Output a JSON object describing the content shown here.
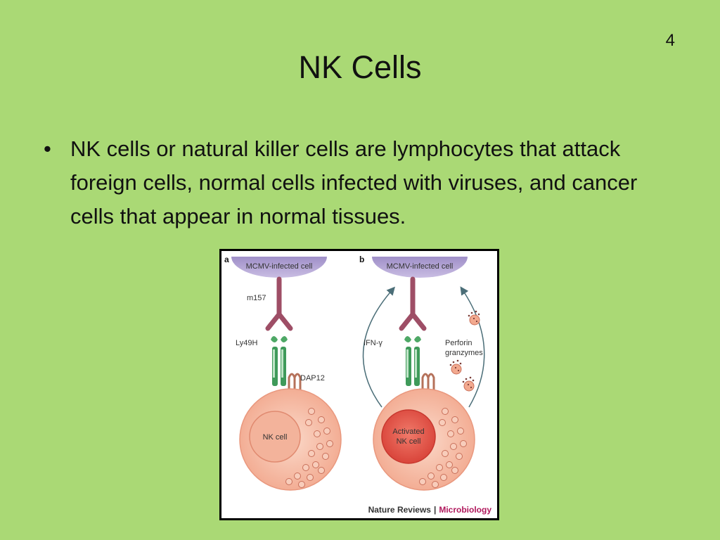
{
  "slide": {
    "number": "4",
    "title": "NK Cells",
    "bullet_symbol": "•",
    "bullet": "NK cells or natural killer cells are lymphocytes that attack foreign cells, normal cells infected with viruses, and cancer cells that appear in normal tissues."
  },
  "figure": {
    "panel_a": {
      "letter": "a",
      "target_cell": "MCMV-infected cell",
      "ligand": "m157",
      "receptor": "Ly49H",
      "adaptor": "DAP12",
      "nk_cell": "NK cell"
    },
    "panel_b": {
      "letter": "b",
      "target_cell": "MCMV-infected cell",
      "cytokine": "IFN-γ",
      "effectors_line1": "Perforin",
      "effectors_line2": "granzymes",
      "nk_cell_line1": "Activated",
      "nk_cell_line2": "NK cell"
    },
    "credit_journal": "Nature Reviews",
    "credit_separator": "|",
    "credit_field": "Microbiology",
    "colors": {
      "background": "#aad975",
      "target_cell": "#b8a9d6",
      "ligand": "#9e4e66",
      "receptor": "#3f9a5a",
      "adaptor": "#b5715a",
      "nk_cell": "#f6c2ac",
      "nk_nucleus": "#f3b39b",
      "activated_nucleus": "#e8584a",
      "credit_field": "#b0185c"
    }
  }
}
